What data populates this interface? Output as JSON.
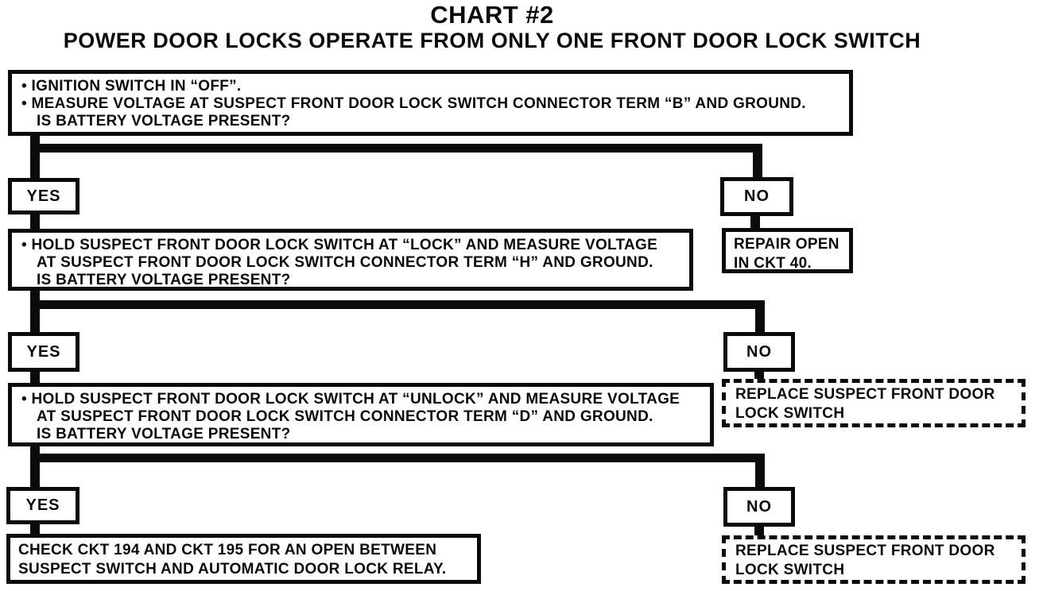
{
  "page": {
    "title": "CHART #2",
    "subtitle": "POWER DOOR LOCKS OPERATE FROM ONLY ONE FRONT DOOR LOCK SWITCH"
  },
  "colors": {
    "ink": "#0b0b0b",
    "paper": "#ffffff"
  },
  "labels": {
    "yes": "YES",
    "no": "NO"
  },
  "boxes": {
    "q1": {
      "line1": "• IGNITION SWITCH IN “OFF”.",
      "line2": "• MEASURE VOLTAGE AT SUSPECT FRONT DOOR LOCK SWITCH CONNECTOR TERM “B” AND GROUND.",
      "line3": "IS BATTERY VOLTAGE PRESENT?"
    },
    "repair": {
      "line1": "REPAIR OPEN",
      "line2": "IN CKT 40."
    },
    "q2": {
      "line1": "• HOLD SUSPECT FRONT DOOR LOCK SWITCH AT “LOCK” AND MEASURE VOLTAGE",
      "line2": "AT SUSPECT FRONT DOOR LOCK SWITCH CONNECTOR TERM “H” AND GROUND.",
      "line3": "IS BATTERY VOLTAGE PRESENT?"
    },
    "replace1": {
      "line1": "REPLACE SUSPECT FRONT DOOR",
      "line2": "LOCK SWITCH"
    },
    "q3": {
      "line1": "• HOLD SUSPECT FRONT DOOR LOCK SWITCH AT “UNLOCK” AND MEASURE VOLTAGE",
      "line2": "AT SUSPECT FRONT DOOR LOCK SWITCH CONNECTOR TERM “D” AND GROUND.",
      "line3": "IS BATTERY VOLTAGE PRESENT?"
    },
    "check": {
      "line1": "CHECK CKT 194 AND CKT 195 FOR AN OPEN BETWEEN",
      "line2": "SUSPECT SWITCH AND AUTOMATIC DOOR LOCK RELAY."
    },
    "replace2": {
      "line1": "REPLACE SUSPECT FRONT DOOR",
      "line2": "LOCK SWITCH"
    }
  }
}
